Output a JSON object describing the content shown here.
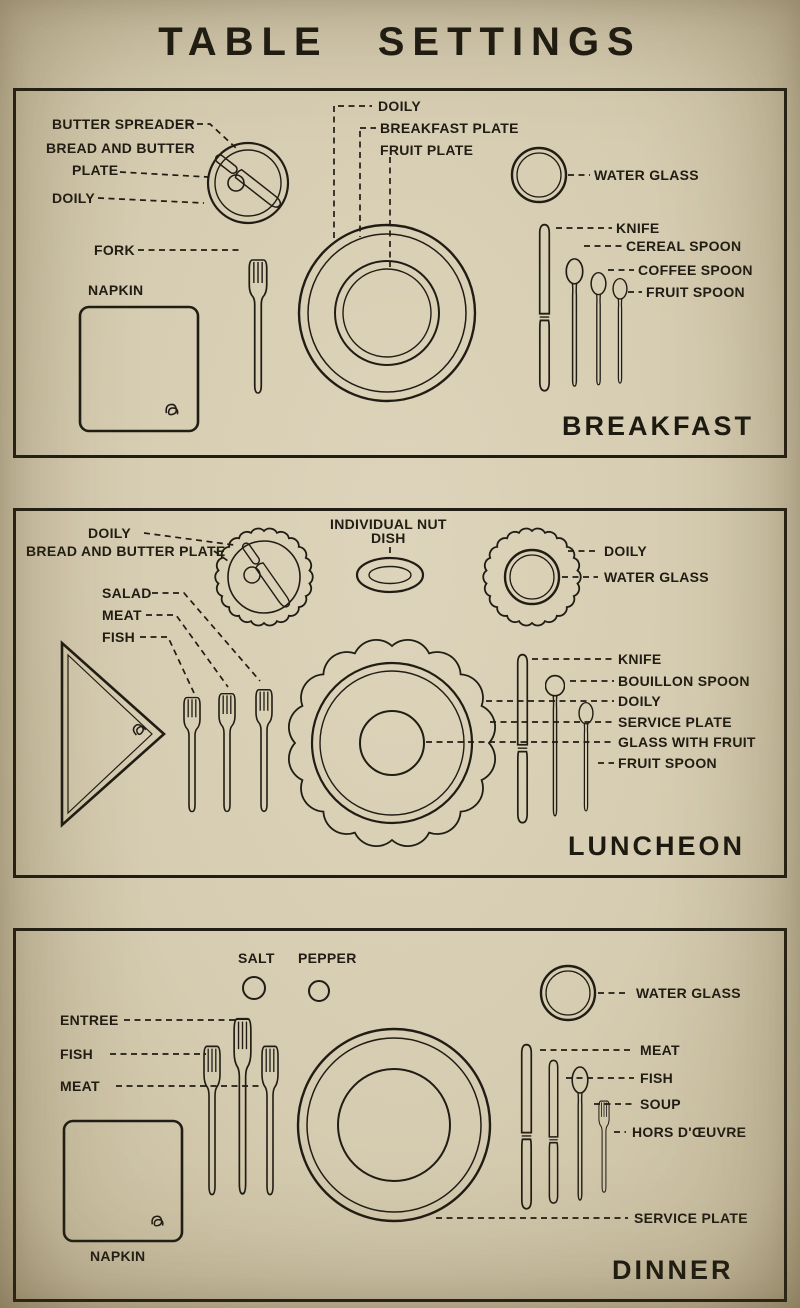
{
  "page": {
    "title": "TABLE SETTINGS"
  },
  "theme": {
    "paper_color": "#d6ccb1",
    "ink_color": "#211d14"
  },
  "breakfast": {
    "panel_title": "BREAKFAST",
    "labels": {
      "butter_spreader": "BUTTER SPREADER",
      "bread_and_butter_line1": "BREAD AND BUTTER",
      "bread_and_butter_line2": "PLATE",
      "doily_left": "DOILY",
      "fork": "FORK",
      "napkin": "NAPKIN",
      "doily_top": "DOILY",
      "breakfast_plate": "BREAKFAST PLATE",
      "fruit_plate": "FRUIT PLATE",
      "water_glass": "WATER GLASS",
      "knife": "KNIFE",
      "cereal_spoon": "CEREAL SPOON",
      "coffee_spoon": "COFFEE SPOON",
      "fruit_spoon": "FRUIT SPOON"
    }
  },
  "luncheon": {
    "panel_title": "LUNCHEON",
    "labels": {
      "doily_left": "DOILY",
      "bread_and_butter_plate": "BREAD AND BUTTER PLATE",
      "nut_dish_line1": "INDIVIDUAL NUT",
      "nut_dish_line2": "DISH",
      "doily_right": "DOILY",
      "water_glass": "WATER GLASS",
      "salad": "SALAD",
      "meat": "MEAT",
      "fish": "FISH",
      "knife": "KNIFE",
      "bouillon_spoon": "BOUILLON SPOON",
      "doily_center": "DOILY",
      "service_plate": "SERVICE PLATE",
      "glass_with_fruit": "GLASS WITH FRUIT",
      "fruit_spoon": "FRUIT SPOON"
    }
  },
  "dinner": {
    "panel_title": "DINNER",
    "labels": {
      "salt": "SALT",
      "pepper": "PEPPER",
      "entree": "ENTREE",
      "fish_left": "FISH",
      "meat_left": "MEAT",
      "napkin": "NAPKIN",
      "water_glass": "WATER GLASS",
      "meat_right": "MEAT",
      "fish_right": "FISH",
      "soup": "SOUP",
      "hors_doeuvre": "HORS D'ŒUVRE",
      "service_plate": "SERVICE PLATE"
    }
  }
}
